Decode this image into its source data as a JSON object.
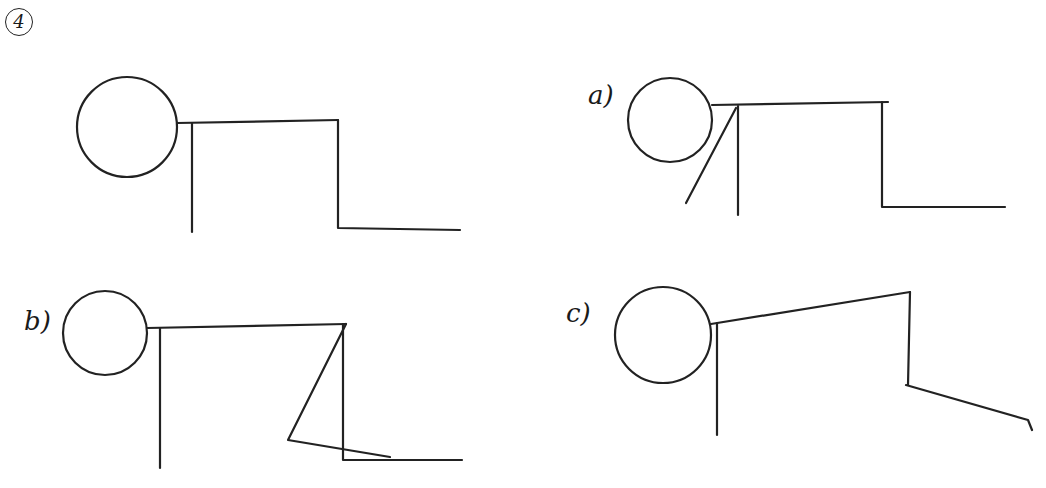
{
  "diagram": {
    "nodes": [
      {
        "text": [
          "4"
        ]
      }
    ],
    "labels": [
      "a)",
      "b)",
      "c)"
    ]
  }
}
